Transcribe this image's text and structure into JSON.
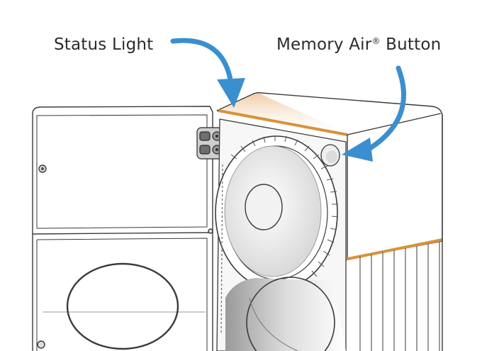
{
  "labels": {
    "status_light": "Status Light",
    "memory_air_name": "Memory Air",
    "memory_air_reg": "®",
    "memory_air_suffix": " Button"
  },
  "colors": {
    "arrow": "#3b8fce",
    "accent_strip": "#d9923a",
    "line": "#3a3a3a",
    "panel": "#f4f4f4"
  },
  "icons": [
    "curved-arrow-icon",
    "hinge-icon",
    "button-icon"
  ]
}
